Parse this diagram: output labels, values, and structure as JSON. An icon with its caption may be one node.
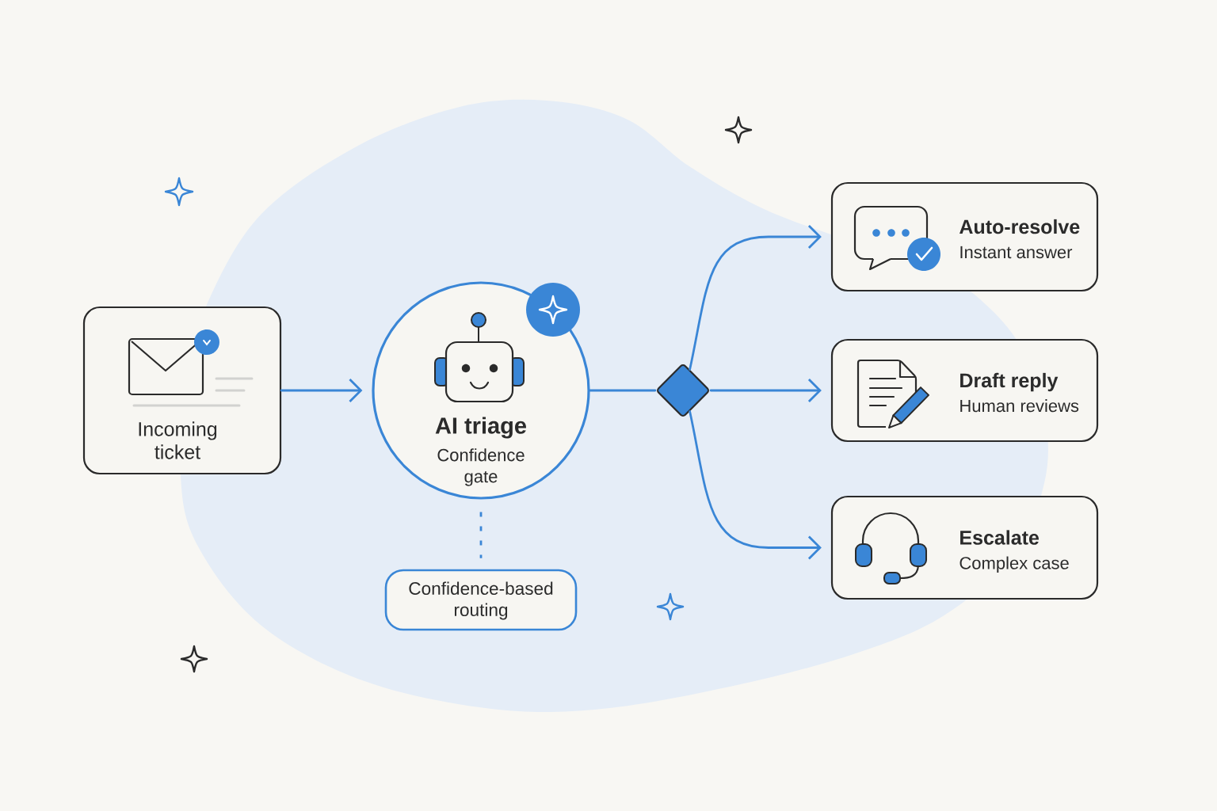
{
  "diagram": {
    "nodes": [
      {
        "text": [
          "Incoming ticket"
        ]
      },
      {
        "text": [
          "AI triage",
          "Confidence gate"
        ]
      },
      {
        "text": [],
        "shape": "diamond"
      },
      {
        "text": [
          "Auto-resolve",
          "Instant answer"
        ]
      },
      {
        "text": [
          "Draft reply",
          "Human reviews"
        ]
      },
      {
        "text": [
          "Escalate",
          "Complex case"
        ]
      },
      {
        "text": [
          "Confidence-based routing"
        ]
      }
    ],
    "edges": [
      {
        "from": 0,
        "to": 1,
        "arrow": "to"
      },
      {
        "from": 1,
        "to": 2,
        "arrow": "none"
      },
      {
        "from": 2,
        "to": 3,
        "arrow": "to"
      },
      {
        "from": 2,
        "to": 4,
        "arrow": "to"
      },
      {
        "from": 2,
        "to": 5,
        "arrow": "to"
      },
      {
        "from": 1,
        "to": 6,
        "arrow": "none",
        "style": "dashed"
      }
    ]
  }
}
